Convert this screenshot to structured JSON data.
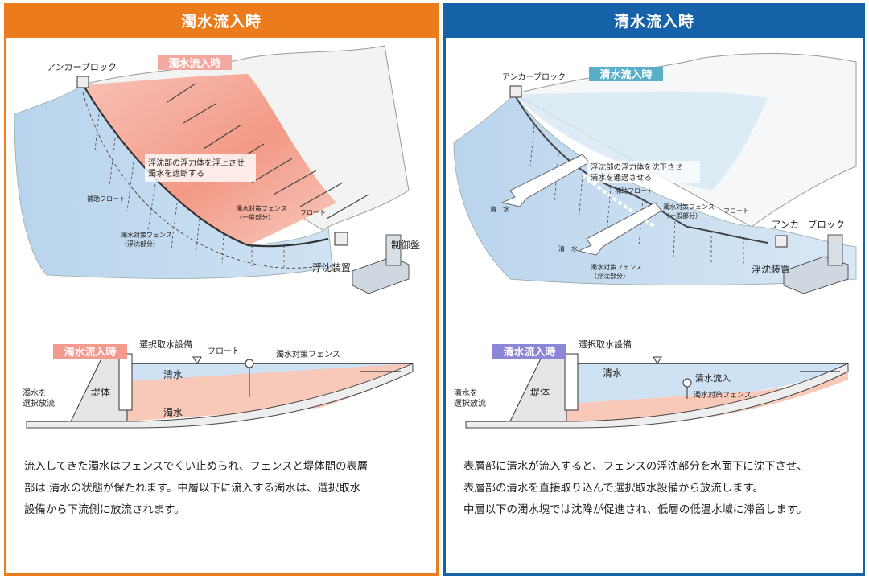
{
  "left": {
    "header": "濁水流入時",
    "persp": {
      "badge": "濁水流入時",
      "anchor": "アンカーブロック",
      "note1": "浮沈部の浮力体を浮上させ",
      "note2": "濁水を遮断する",
      "aux_float": "補助フロート",
      "fence_gen1": "濁水対策フェンス",
      "fence_gen2": "（一般部分）",
      "float": "フロート",
      "fence_float1": "濁水対策フェンス",
      "fence_float2": "（浮沈部分）",
      "control": "制御盤",
      "device": "浮沈装置"
    },
    "section": {
      "badge": "濁水流入時",
      "intake": "選択取水設備",
      "float": "フロート",
      "fence": "濁水対策フェンス",
      "clear": "清水",
      "turbid": "濁水",
      "dam": "堤体",
      "release1": "濁水を",
      "release2": "選択放流"
    },
    "description": [
      "流入してきた濁水はフェンスでくい止められ、フェンスと堤体間の表層",
      "部は 清水の状態が保たれます。中層以下に流入する濁水は、選択取水",
      "設備から下流側に放流されます。"
    ]
  },
  "right": {
    "header": "清水流入時",
    "persp": {
      "badge": "清水流入時",
      "anchor1": "アンカーブロック",
      "note1": "浮沈部の浮力体を沈下させ",
      "note2": "清水を通過させる",
      "aux_float": "補助フロート",
      "fence_gen1": "濁水対策フェンス",
      "fence_gen2": "（一般部分）",
      "float": "フロート",
      "clear_a": "清　水",
      "clear_b": "清　水",
      "fence_float1": "濁水対策フェンス",
      "fence_float2": "（浮沈部分）",
      "anchor2": "アンカーブロック",
      "device": "浮沈装置"
    },
    "section": {
      "badge": "清水流入時",
      "intake": "選択取水設備",
      "clear": "清水",
      "inflow": "清水流入",
      "fence": "濁水対策フェンス",
      "dam": "堤体",
      "release1": "清水を",
      "release2": "選択放流"
    },
    "description": [
      "表層部に清水が流入すると、フェンスの浮沈部分を水面下に沈下させ、",
      "表層部の清水を直接取り込んで選択取水設備から放流します。",
      "中層以下の濁水塊では沈降が促進され、低層の低温水域に滞留します。"
    ]
  }
}
